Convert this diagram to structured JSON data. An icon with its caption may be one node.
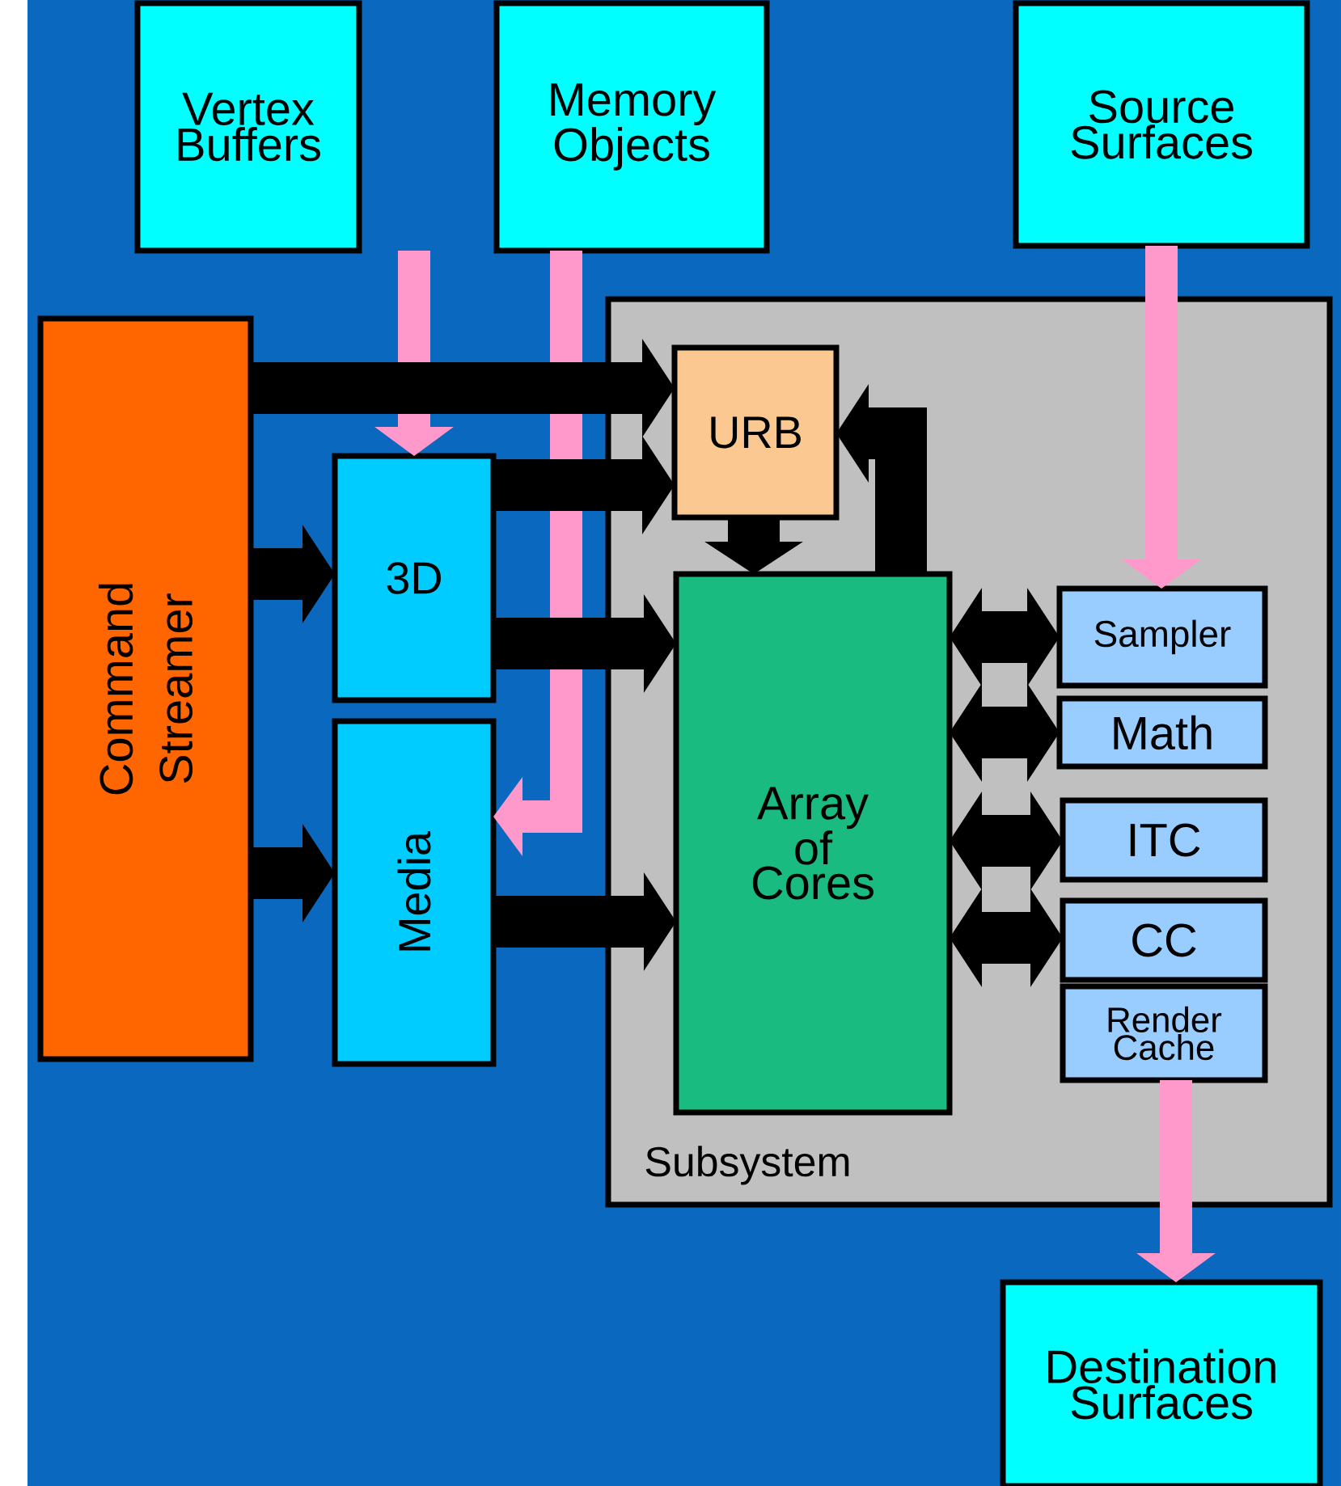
{
  "diagram": {
    "nodes": [
      {
        "text": [
          "Vertex Buffers"
        ]
      },
      {
        "text": [
          "Memory Objects"
        ]
      },
      {
        "text": [
          "Source Surfaces"
        ]
      },
      {
        "text": [
          "Command Streamer"
        ]
      },
      {
        "text": [
          "Subsystem"
        ]
      },
      {
        "text": [
          "URB"
        ],
        "in": 4
      },
      {
        "text": [
          "3D"
        ]
      },
      {
        "text": [
          "Media"
        ]
      },
      {
        "text": [
          "Array of Cores"
        ],
        "in": 4
      },
      {
        "text": [
          "Sampler"
        ],
        "in": 4
      },
      {
        "text": [
          "Math"
        ],
        "in": 4
      },
      {
        "text": [
          "ITC"
        ],
        "in": 4
      },
      {
        "text": [
          "CC"
        ],
        "in": 4
      },
      {
        "text": [
          "Render Cache"
        ],
        "in": 4
      },
      {
        "text": [
          "Destination Surfaces"
        ]
      }
    ],
    "edges": [
      {
        "from": 0,
        "to": 6,
        "arrow": "to",
        "color": "#ff99cc"
      },
      {
        "from": 1,
        "to": 7,
        "arrow": "to",
        "color": "#ff99cc"
      },
      {
        "from": 2,
        "to": 9,
        "arrow": "to",
        "color": "#ff99cc"
      },
      {
        "from": 13,
        "to": 14,
        "arrow": "to",
        "color": "#ff99cc"
      },
      {
        "from": 3,
        "to": 5,
        "arrow": "to"
      },
      {
        "from": 3,
        "to": 6,
        "arrow": "to"
      },
      {
        "from": 3,
        "to": 7,
        "arrow": "to"
      },
      {
        "from": 6,
        "to": 5,
        "arrow": "to"
      },
      {
        "from": 6,
        "to": 8,
        "arrow": "to"
      },
      {
        "from": 7,
        "to": 8,
        "arrow": "to"
      },
      {
        "from": 5,
        "to": 8,
        "arrow": "to"
      },
      {
        "from": 8,
        "to": 5,
        "arrow": "to"
      },
      {
        "from": 8,
        "to": 9,
        "arrow": "both"
      },
      {
        "from": 8,
        "to": 10,
        "arrow": "both"
      },
      {
        "from": 8,
        "to": 11,
        "arrow": "both"
      },
      {
        "from": 8,
        "to": 12,
        "arrow": "both"
      }
    ]
  }
}
